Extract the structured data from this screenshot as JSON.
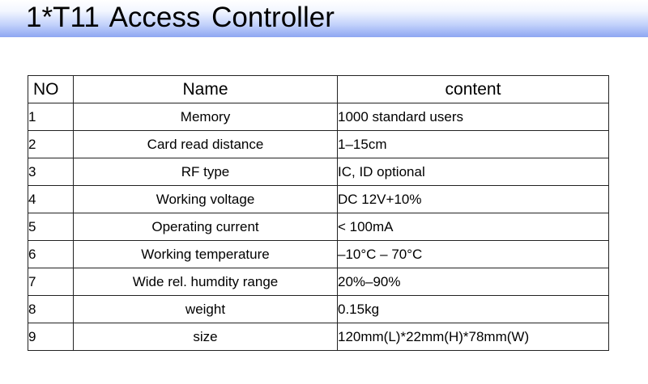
{
  "header": {
    "title": "1*T11  Access Controller"
  },
  "table": {
    "columns": [
      "NO",
      "Name",
      "content"
    ],
    "rows": [
      {
        "no": "1",
        "name": "Memory",
        "content": "1000 standard users"
      },
      {
        "no": "2",
        "name": "Card read distance",
        "content": "1–15cm"
      },
      {
        "no": "3",
        "name": "RF type",
        "content": "IC, ID optional"
      },
      {
        "no": "4",
        "name": "Working voltage",
        "content": "DC 12V+10%"
      },
      {
        "no": "5",
        "name": "Operating current",
        "content": "< 100mA"
      },
      {
        "no": "6",
        "name": "Working temperature",
        "content": "–10°C – 70°C"
      },
      {
        "no": "7",
        "name": "Wide rel. humdity range",
        "content": "20%–90%"
      },
      {
        "no": "8",
        "name": "weight",
        "content": "0.15kg"
      },
      {
        "no": "9",
        "name": "size",
        "content": "120mm(L)*22mm(H)*78mm(W)"
      }
    ]
  },
  "colors": {
    "title_gradient_end": "#8ea6f2",
    "border": "#222222"
  }
}
